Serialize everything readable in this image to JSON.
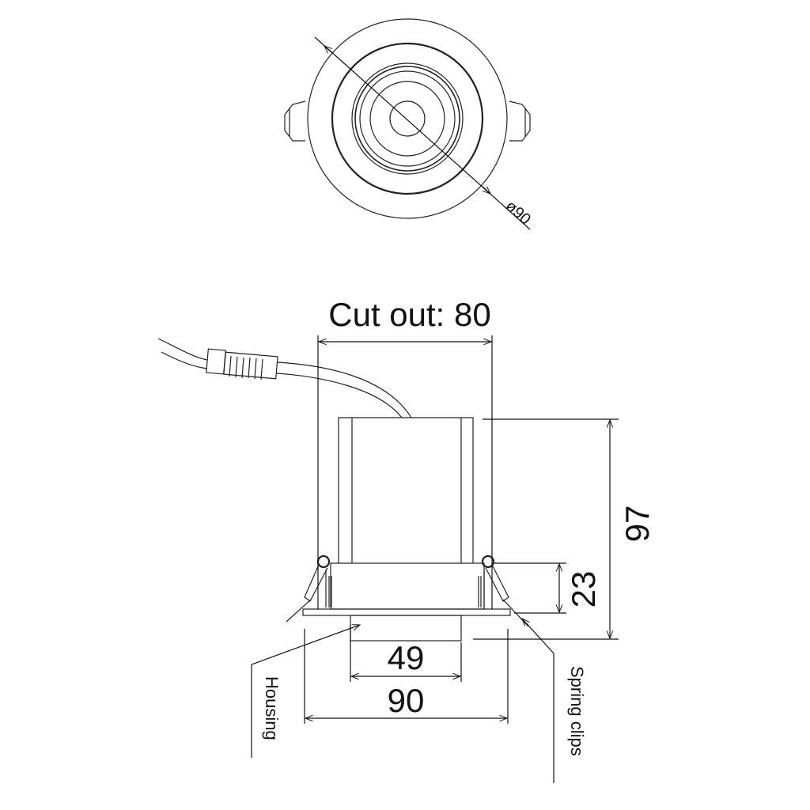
{
  "top_view": {
    "diameter_label": "ø90"
  },
  "side_view": {
    "cutout_label": "Cut out: 80",
    "height_label": "97",
    "trim_height_label": "23",
    "housing_width_label": "49",
    "trim_width_label": "90",
    "housing_callout": "Housing",
    "spring_clips_callout": "Spring clips"
  }
}
